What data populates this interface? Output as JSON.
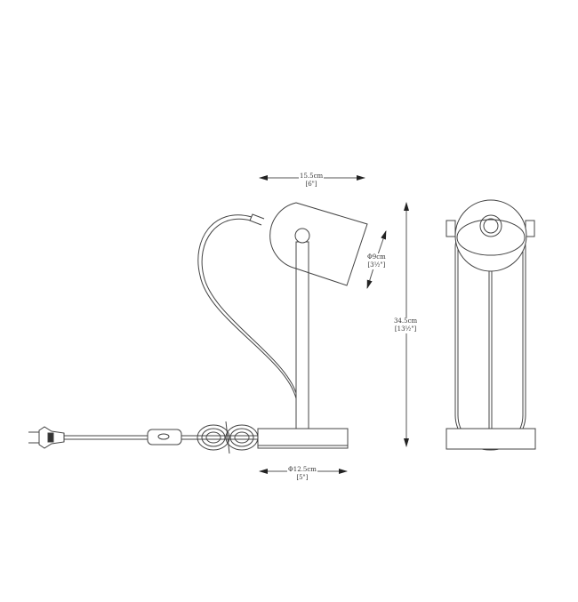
{
  "dimensions": {
    "shade_width": {
      "metric": "15.5cm",
      "imperial": "[6\"]"
    },
    "shade_diameter": {
      "metric": "Φ9cm",
      "imperial": "[3½\"]"
    },
    "height": {
      "metric": "34.5cm",
      "imperial": "[13½\"]"
    },
    "base_diameter": {
      "metric": "Φ12.5cm",
      "imperial": "[5\"]"
    }
  },
  "colors": {
    "line": "#444444",
    "background": "#ffffff"
  }
}
